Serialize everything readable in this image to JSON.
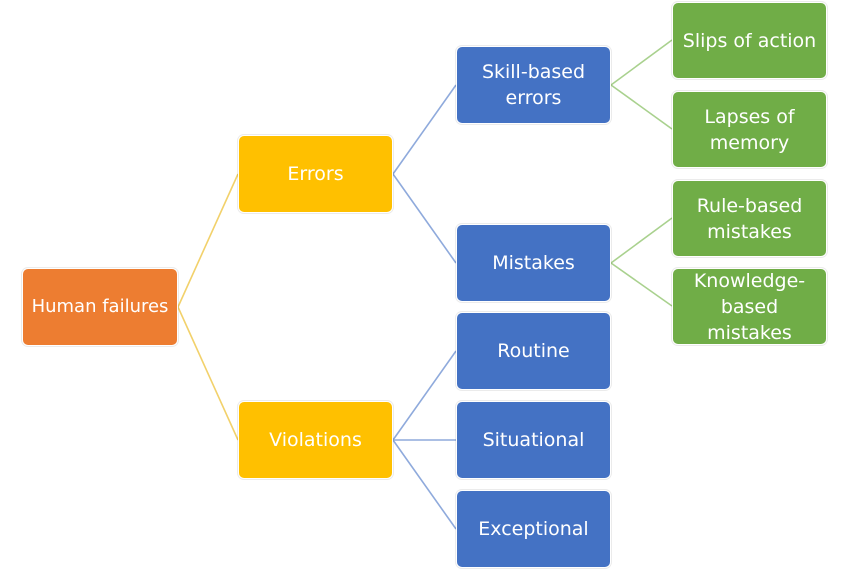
{
  "colors": {
    "root": "#ed7d31",
    "level1": "#ffc000",
    "level2": "#4472c4",
    "level3": "#70ad47",
    "connector_level1": "#f2d16b",
    "connector_level2": "#8faadc",
    "connector_level3": "#a9d18e"
  },
  "nodes": {
    "root": "Human failures",
    "errors": "Errors",
    "violations": "Violations",
    "skill_based": [
      "Skill-based",
      "errors"
    ],
    "mistakes": "Mistakes",
    "routine": "Routine",
    "situational": "Situational",
    "exceptional": "Exceptional",
    "slips": "Slips of action",
    "lapses": [
      "Lapses of",
      "memory"
    ],
    "rule_based": [
      "Rule-based",
      "mistakes"
    ],
    "knowledge_based": [
      "Knowledge-",
      "based mistakes"
    ]
  }
}
